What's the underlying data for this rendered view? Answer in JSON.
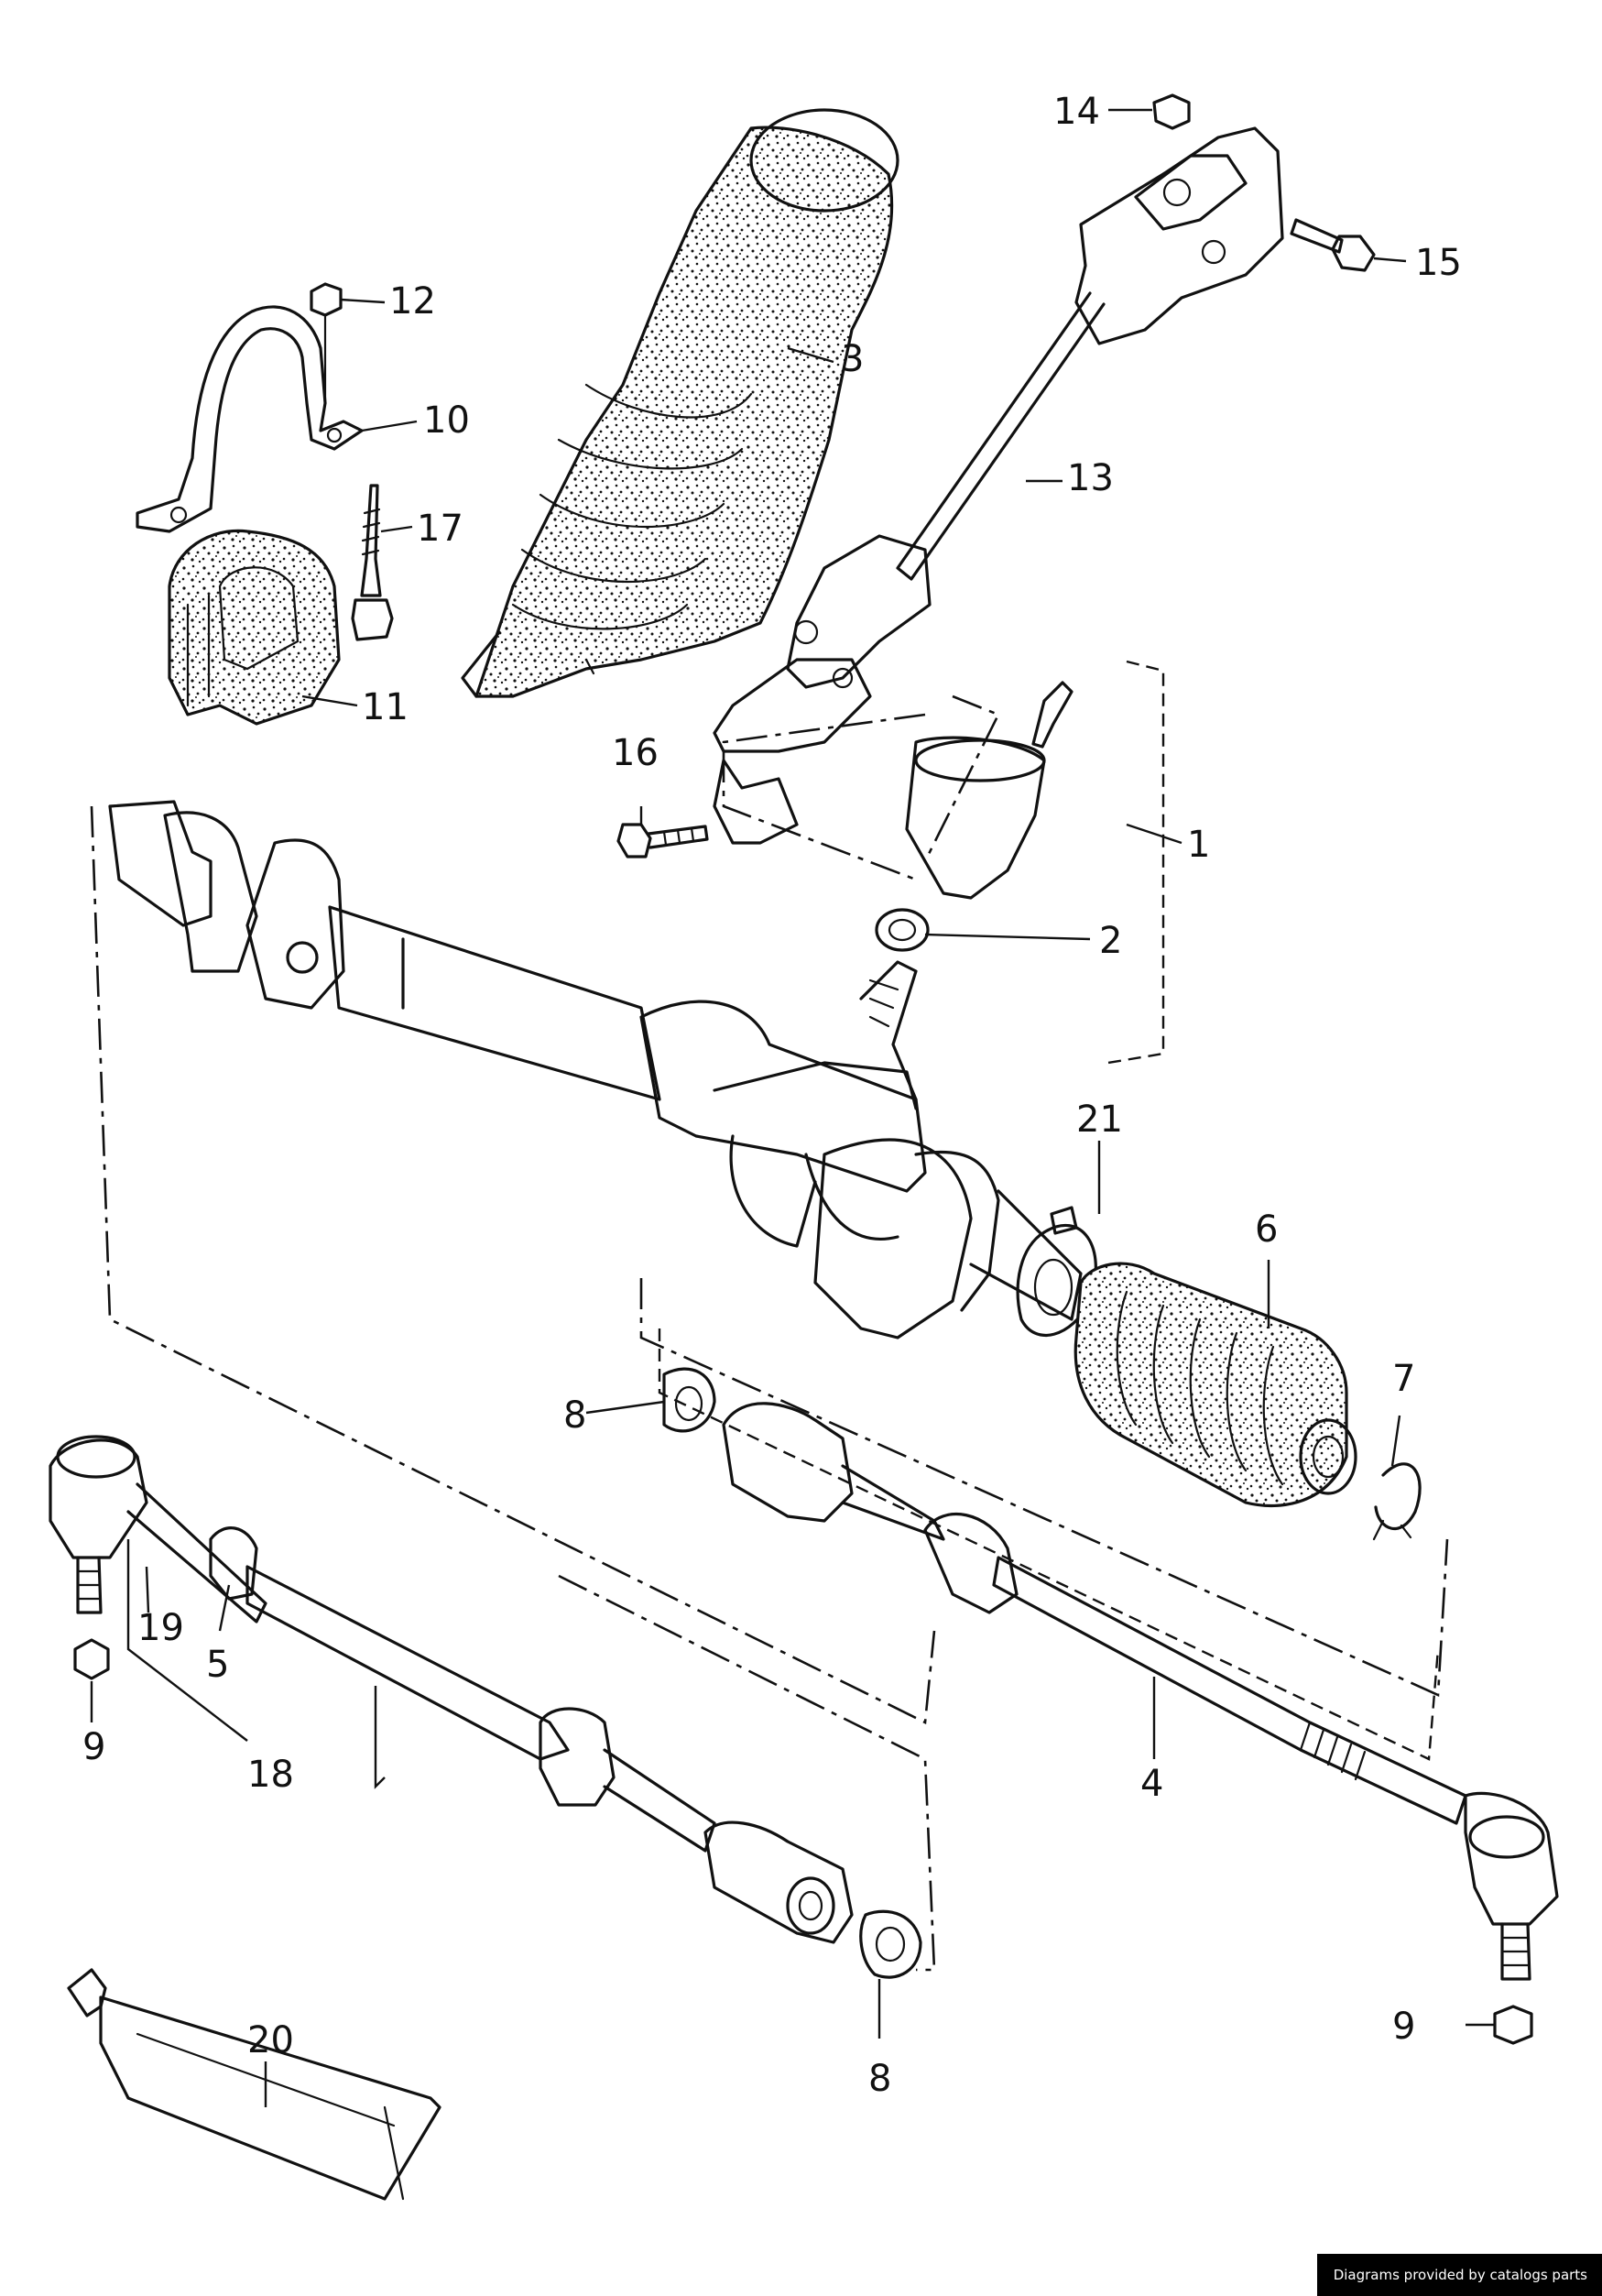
{
  "labels": {
    "p1": "1",
    "p2": "2",
    "p3": "3",
    "p4": "4",
    "p5": "5",
    "p6": "6",
    "p7": "7",
    "p8a": "8",
    "p8b": "8",
    "p9a": "9",
    "p9b": "9",
    "p10": "10",
    "p11": "11",
    "p12": "12",
    "p13": "13",
    "p14": "14",
    "p15": "15",
    "p16": "16",
    "p17": "17",
    "p18": "18",
    "p19": "19",
    "p20": "20",
    "p21": "21"
  },
  "credit": "Diagrams provided by catalogs parts"
}
